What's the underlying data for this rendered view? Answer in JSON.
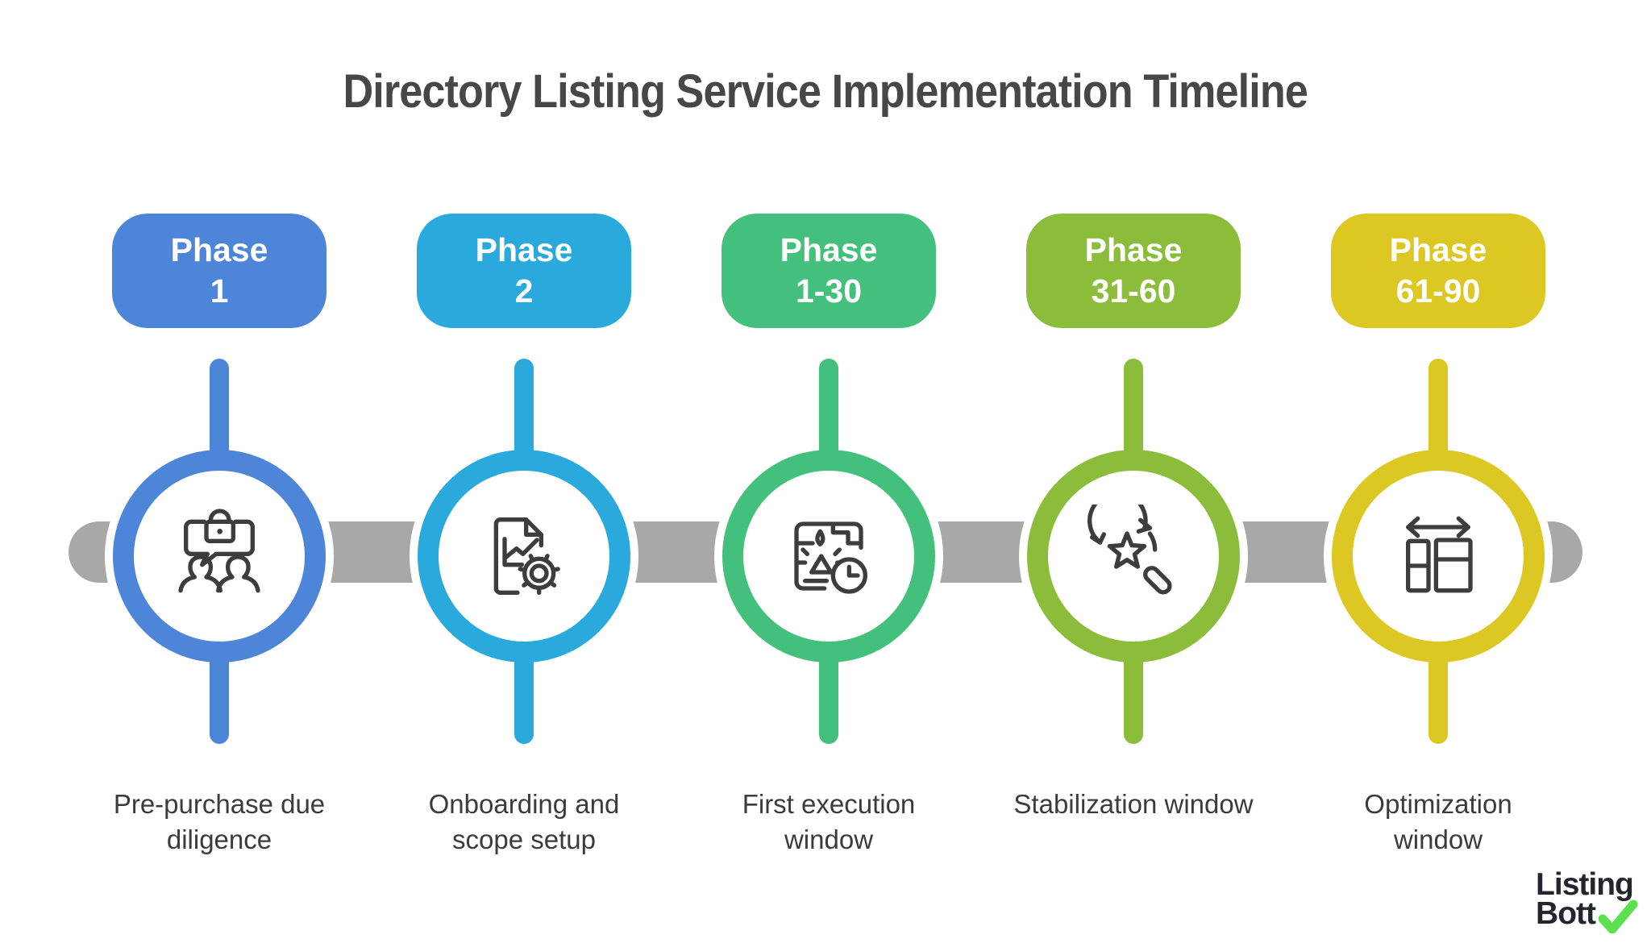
{
  "title": "Directory Listing Service Implementation Timeline",
  "timeline": {
    "bar_color": "#a8a8a8"
  },
  "phases": [
    {
      "badge_label": "Phase",
      "badge_value": "1",
      "color": "#4d86d9",
      "label": "Pre-purchase due\ndiligence",
      "icon": "secure-discussion-icon"
    },
    {
      "badge_label": "Phase",
      "badge_value": "2",
      "color": "#2aa9dc",
      "label": "Onboarding and\nscope setup",
      "icon": "document-gear-icon"
    },
    {
      "badge_label": "Phase",
      "badge_value": "1-30",
      "color": "#44c07d",
      "label": "First execution\nwindow",
      "icon": "printer-clock-icon"
    },
    {
      "badge_label": "Phase",
      "badge_value": "31-60",
      "color": "#8cbd3a",
      "label": "Stabilization window",
      "icon": "star-search-icon"
    },
    {
      "badge_label": "Phase",
      "badge_value": "61-90",
      "color": "#ddc722",
      "label": "Optimization\nwindow",
      "icon": "layout-width-icon"
    }
  ],
  "logo": {
    "line1": "Listing",
    "line2": "Bott",
    "check_color": "#5ce14e"
  }
}
